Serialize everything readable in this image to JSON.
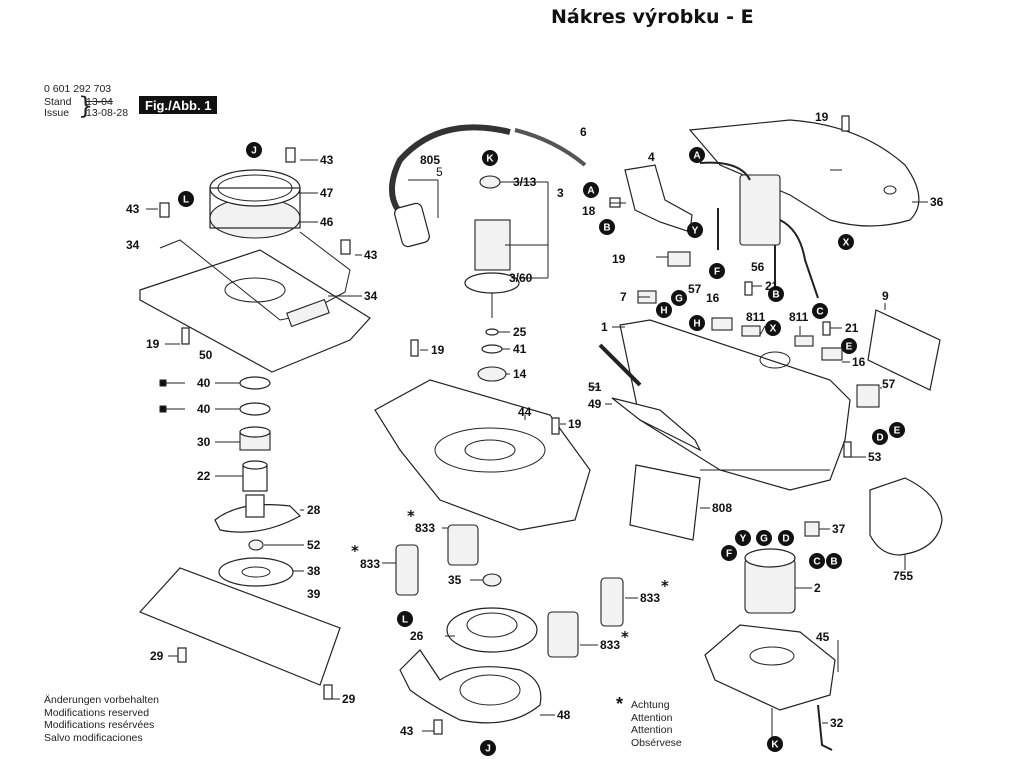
{
  "title": "Nákres výrobku - E",
  "header": {
    "part_number": "0 601 292 703",
    "stand_label": "Stand",
    "issue_label": "Issue",
    "stand_value": "13-04",
    "issue_value": "13-08-28",
    "figure_label": "Fig./Abb. 1"
  },
  "notes": [
    "Änderungen vorbehalten",
    "Modifications reserved",
    "Modifications resérvées",
    "Salvo modificaciones"
  ],
  "legend": {
    "symbol": "*",
    "lines": [
      "Achtung",
      "Attention",
      "Attention",
      "Obsérvese"
    ]
  },
  "part_labels": [
    {
      "id": "l-805",
      "text": "805"
    },
    {
      "id": "l-5",
      "text": "5"
    },
    {
      "id": "l-6",
      "text": "6"
    },
    {
      "id": "l-3-13",
      "text": "3/13"
    },
    {
      "id": "l-3",
      "text": "3"
    },
    {
      "id": "l-3-60",
      "text": "3/60"
    },
    {
      "id": "l-4",
      "text": "4"
    },
    {
      "id": "l-18",
      "text": "18"
    },
    {
      "id": "l-19a",
      "text": "19"
    },
    {
      "id": "l-36",
      "text": "36"
    },
    {
      "id": "l-43a",
      "text": "43"
    },
    {
      "id": "l-47",
      "text": "47"
    },
    {
      "id": "l-46",
      "text": "46"
    },
    {
      "id": "l-43b",
      "text": "43"
    },
    {
      "id": "l-34a",
      "text": "34"
    },
    {
      "id": "l-43c",
      "text": "43"
    },
    {
      "id": "l-34b",
      "text": "34"
    },
    {
      "id": "l-19b",
      "text": "19"
    },
    {
      "id": "l-50",
      "text": "50"
    },
    {
      "id": "l-40a",
      "text": "40"
    },
    {
      "id": "l-40b",
      "text": "40"
    },
    {
      "id": "l-30",
      "text": "30"
    },
    {
      "id": "l-22",
      "text": "22"
    },
    {
      "id": "l-28",
      "text": "28"
    },
    {
      "id": "l-52",
      "text": "52"
    },
    {
      "id": "l-38",
      "text": "38"
    },
    {
      "id": "l-39",
      "text": "39"
    },
    {
      "id": "l-29a",
      "text": "29"
    },
    {
      "id": "l-29b",
      "text": "29"
    },
    {
      "id": "l-25",
      "text": "25"
    },
    {
      "id": "l-41",
      "text": "41"
    },
    {
      "id": "l-14",
      "text": "14"
    },
    {
      "id": "l-19c",
      "text": "19"
    },
    {
      "id": "l-44",
      "text": "44"
    },
    {
      "id": "l-19d",
      "text": "19"
    },
    {
      "id": "l-833a",
      "text": "833"
    },
    {
      "id": "l-833b",
      "text": "833"
    },
    {
      "id": "l-833c",
      "text": "833"
    },
    {
      "id": "l-833d",
      "text": "833"
    },
    {
      "id": "l-35",
      "text": "35"
    },
    {
      "id": "l-26",
      "text": "26"
    },
    {
      "id": "l-48",
      "text": "48"
    },
    {
      "id": "l-43d",
      "text": "43"
    },
    {
      "id": "l-19e",
      "text": "19"
    },
    {
      "id": "l-56",
      "text": "56"
    },
    {
      "id": "l-57a",
      "text": "57"
    },
    {
      "id": "l-7",
      "text": "7"
    },
    {
      "id": "l-16a",
      "text": "16"
    },
    {
      "id": "l-21a",
      "text": "21"
    },
    {
      "id": "l-1",
      "text": "1"
    },
    {
      "id": "l-811a",
      "text": "811"
    },
    {
      "id": "l-811b",
      "text": "811"
    },
    {
      "id": "l-21b",
      "text": "21"
    },
    {
      "id": "l-9",
      "text": "9"
    },
    {
      "id": "l-16b",
      "text": "16"
    },
    {
      "id": "l-57b",
      "text": "57"
    },
    {
      "id": "l-51",
      "text": "51"
    },
    {
      "id": "l-49",
      "text": "49"
    },
    {
      "id": "l-53",
      "text": "53"
    },
    {
      "id": "l-808",
      "text": "808"
    },
    {
      "id": "l-37",
      "text": "37"
    },
    {
      "id": "l-755",
      "text": "755"
    },
    {
      "id": "l-2",
      "text": "2"
    },
    {
      "id": "l-45",
      "text": "45"
    },
    {
      "id": "l-32",
      "text": "32"
    }
  ],
  "connectors": [
    "A",
    "B",
    "C",
    "D",
    "E",
    "F",
    "G",
    "H",
    "J",
    "K",
    "L",
    "X",
    "Y"
  ]
}
